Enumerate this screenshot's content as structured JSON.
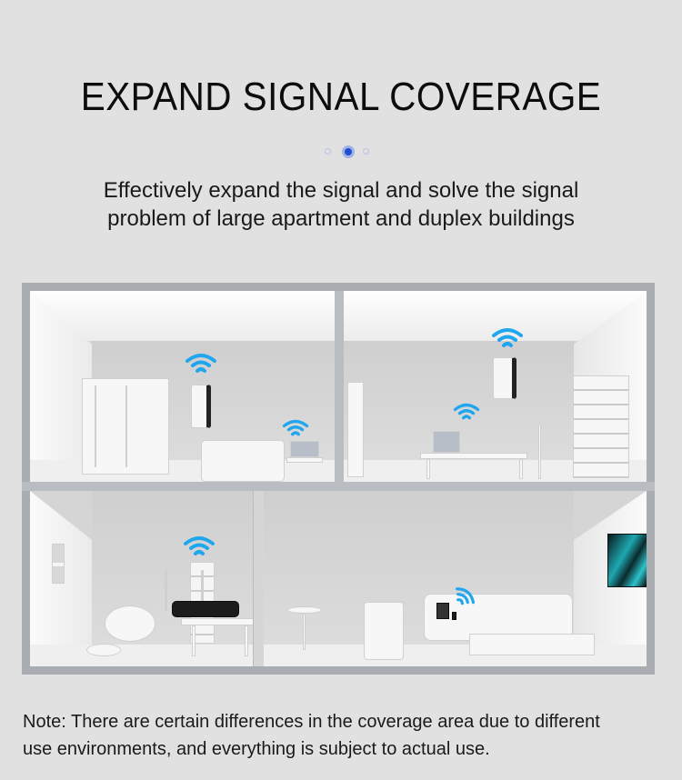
{
  "header": {
    "title": "EXPAND SIGNAL COVERAGE",
    "carousel": {
      "count": 3,
      "active_index": 1,
      "accent_color": "#1f4fcf"
    },
    "subtitle_line1": "Effectively expand the signal and solve the signal",
    "subtitle_line2": "problem of large apartment and duplex buildings"
  },
  "illustration": {
    "description": "Cutaway of a two-storey house showing WiFi repeater coverage",
    "wifi_color": "#1fa6ee",
    "rooms": [
      {
        "name": "upstairs-bedroom",
        "devices": [
          "wifi-repeater",
          "laptop"
        ]
      },
      {
        "name": "upstairs-study",
        "devices": [
          "wifi-repeater",
          "laptop"
        ]
      },
      {
        "name": "downstairs-dining",
        "devices": [
          "wifi-router"
        ]
      },
      {
        "name": "downstairs-living",
        "devices": [
          "tablet",
          "phone",
          "tv"
        ]
      }
    ]
  },
  "footer": {
    "note_line1": "Note: There are certain differences in the coverage area due to different",
    "note_line2": "use environments, and everything is subject to actual use."
  }
}
